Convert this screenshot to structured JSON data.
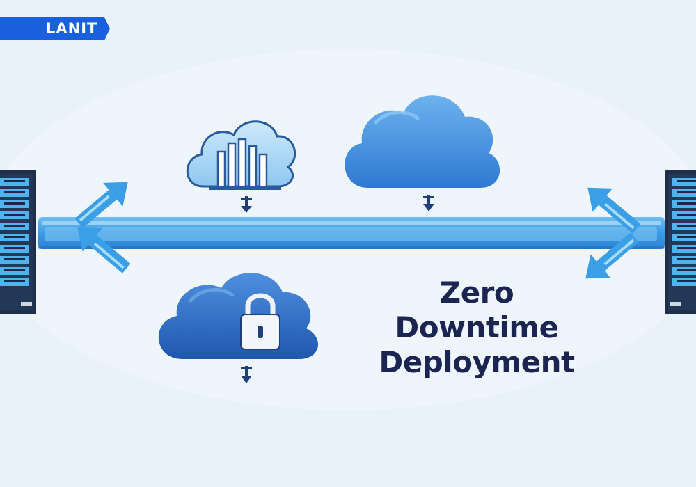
{
  "brand": {
    "logo_text": "LANIT",
    "accent": "#1a5fe0"
  },
  "headline": {
    "lines": [
      "Zero",
      "Downtime",
      "Deployment"
    ],
    "color": "#1c2552"
  },
  "palette": {
    "background": "#e9f2fa",
    "pipeline": "#3d9be4",
    "cloud_light": "#a9d7f5",
    "cloud_mid": "#3f8ee0",
    "cloud_dark": "#2362b8",
    "server_body": "#1f2f4a",
    "server_slot": "#4fb3ee"
  },
  "icons": [
    "server-rack-icon",
    "cloud-analytics-icon",
    "cloud-icon",
    "cloud-lock-icon",
    "arrow-icon",
    "download-arrow-icon"
  ]
}
